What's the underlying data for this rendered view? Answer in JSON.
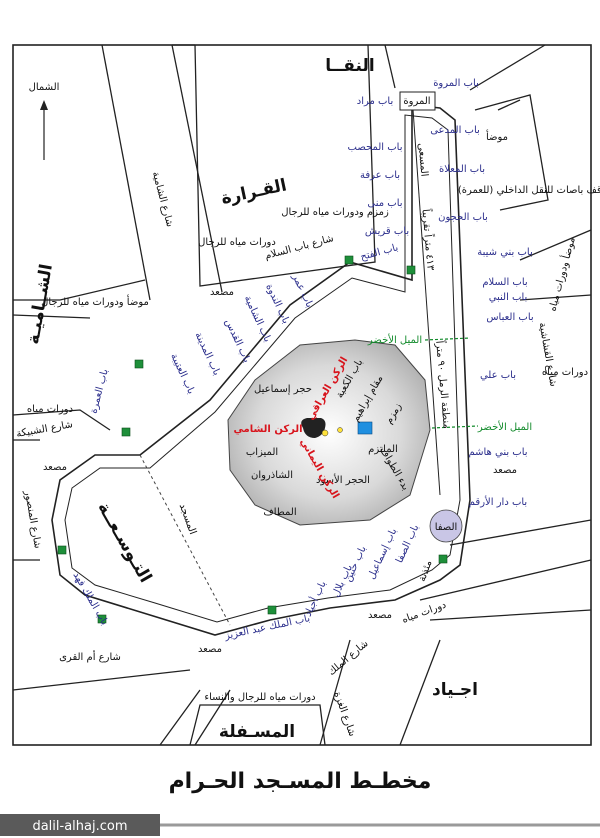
{
  "districts": {
    "naqa": "النقــا",
    "qarara": "القـرارة",
    "shamiya": "الشــاميـة",
    "tawsiaa": "التـوسـعــة",
    "misfala": "المسـفلة",
    "ajyad": "اجـياد"
  },
  "streets": {
    "shamiya": "شارع الشامية",
    "bab_salam": "شارع باب السلام",
    "shubaika": "شارع الشبيكة",
    "mansour": "شارع المنصور",
    "umm_qura": "شارع أم القرى",
    "malik": "شارع الملك",
    "ghaza": "شارع الغزة",
    "shamiya_east": "شارع القشاشية"
  },
  "north": "الشمال",
  "gates_east": [
    "باب مراد",
    "باب المروة",
    "باب المدعى",
    "باب المحصب",
    "باب المعلاة",
    "باب عرفة",
    "باب منى",
    "باب الحجون",
    "باب قريش",
    "باب بني شيبة",
    "باب الفتح",
    "باب السلام",
    "باب النبي",
    "باب العباس",
    "باب علي",
    "باب بني هاشم",
    "باب دار الأرقم"
  ],
  "gates_west": [
    "باب عمر",
    "باب الندوة",
    "باب الشامية",
    "باب القدس",
    "باب المدينة",
    "باب العتيبة",
    "باب العمرة",
    "باب الملك فهد",
    "باب الملك عبد العزيز"
  ],
  "gates_south": [
    "باب الصفا",
    "باب إسماعيل",
    "باب حنين",
    "باب بلال",
    "باب أجياد"
  ],
  "kaaba_labels": {
    "hijr": "حجر إسماعيل",
    "mizab": "الميزاب",
    "shadharwan": "الشاذروان",
    "hajar": "الحجر الأسود",
    "multazam": "الملتزم",
    "maqam": "مقام إبراهيم",
    "zamzam": "زمزم",
    "bab_kaaba": "باب الكعبة",
    "bad_tawaf": "بدء الطواف",
    "mataf": "المطاف",
    "rukn_iraqi": "الركن العراقي",
    "rukn_shami": "الركن الشامي",
    "rukn_yamani": "الركن اليماني"
  },
  "facilities": {
    "masad": "مصعد",
    "toilets_men": "دورات مياه للرجال",
    "mawda_toilets": "موضأ ودورات مياه للرجال",
    "zamzam_toilets": "زمزم ودورات مياه للرجال",
    "toilets": "دورات مياه",
    "mawda": "موضأ",
    "bus_stop": "موقف باصات للنقل الداخلي (للعمرة)",
    "mawda_toilets2": "موضأ ودورات مياه",
    "toilets_men_women": "دورات مياه للرجال والنساء",
    "mithana": "مئذنة",
    "masjid": "المسجد"
  },
  "masaa": {
    "safa": "الصفا",
    "marwa": "المروة",
    "masaa": "المسعى",
    "length": "٤١٣ متراً تقريباً",
    "sprint": "منطقة الرمل ٩٠ متراً",
    "green1": "الميل الأخضر",
    "green2": "الميل الأخضر"
  },
  "title": "مخطـط المسـجد الحـرام",
  "site": "dalil-alhaj.com",
  "colors": {
    "gate": "#2b2e8c",
    "red": "#d8141c",
    "green": "#118a2a",
    "door": "#1e8f3a",
    "zamzam": "#1f8fe0",
    "safa": "#c9c6e6"
  }
}
